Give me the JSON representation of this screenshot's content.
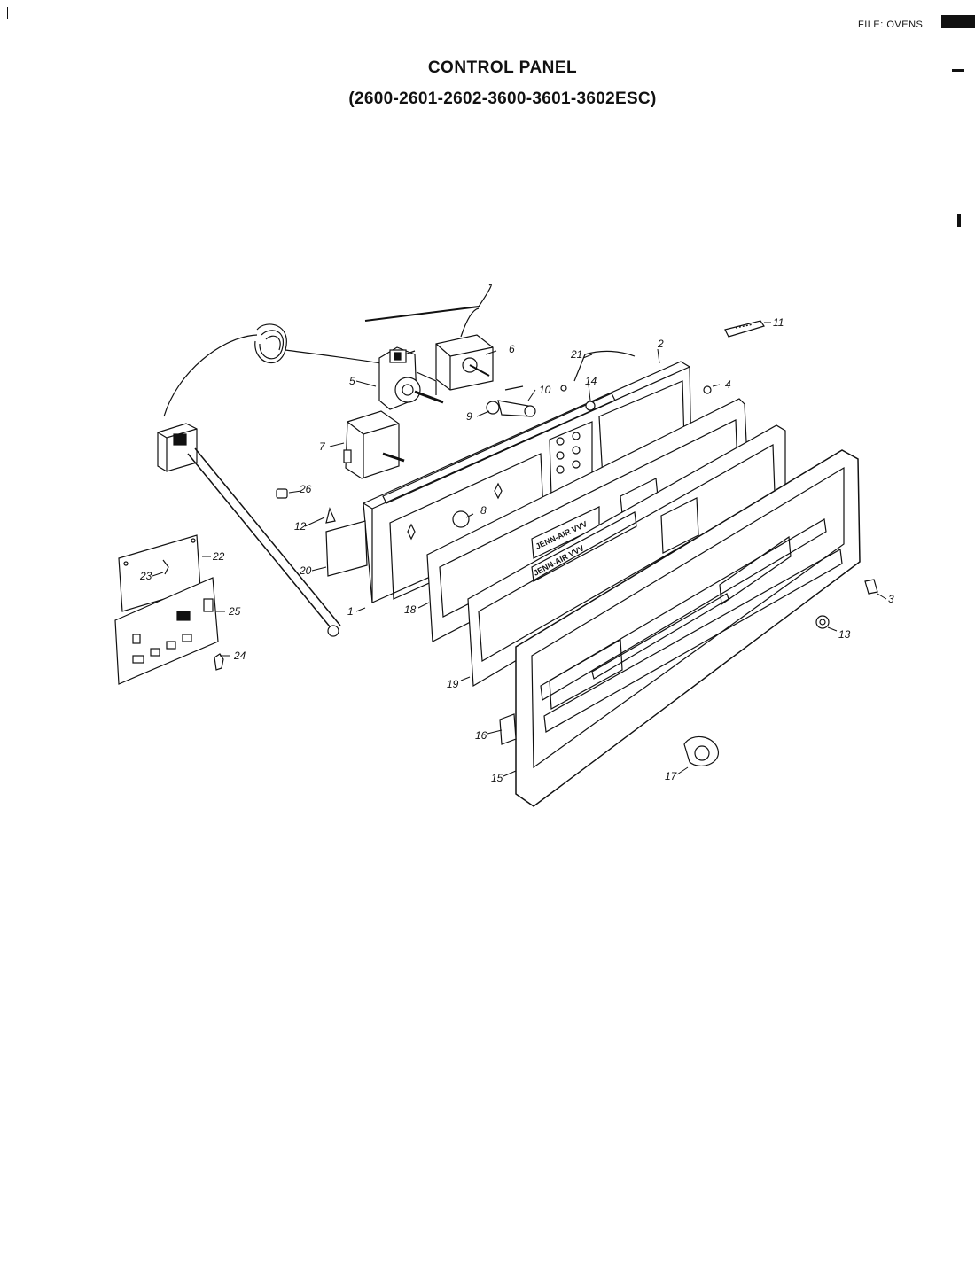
{
  "file_label": "FILE: OVENS",
  "title": "CONTROL PANEL",
  "subtitle": "(2600-2601-2602-3600-3601-3602ESC)",
  "brand_text": "JENN-AIR VVV",
  "callouts": [
    "1",
    "2",
    "3",
    "4",
    "5",
    "6",
    "7",
    "8",
    "9",
    "10",
    "11",
    "12",
    "13",
    "14",
    "15",
    "16",
    "17",
    "18",
    "19",
    "20",
    "21",
    "22",
    "23",
    "24",
    "25",
    "26"
  ]
}
